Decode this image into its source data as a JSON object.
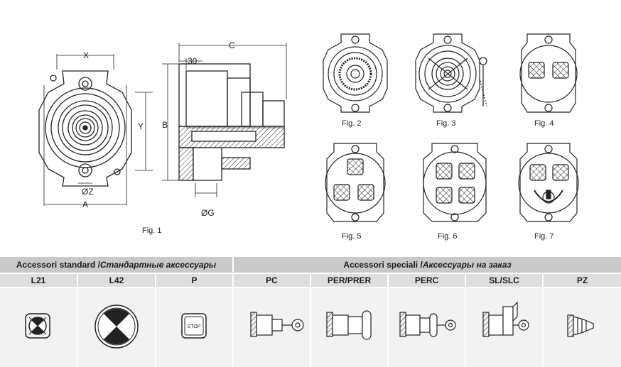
{
  "dimensions": {
    "x": "X",
    "y": "Y",
    "z": "ØZ",
    "a": "A",
    "b": "B",
    "c": "C",
    "g": "ØG",
    "thirty": "30"
  },
  "figures": [
    {
      "label": "Fig. 1"
    },
    {
      "label": "Fig. 2"
    },
    {
      "label": "Fig. 3"
    },
    {
      "label": "Fig. 4"
    },
    {
      "label": "Fig. 5"
    },
    {
      "label": "Fig. 6"
    },
    {
      "label": "Fig. 7"
    }
  ],
  "accessories": {
    "standard_title": "Accessori standard",
    "standard_title_ru": "Стандартные аксессуары",
    "special_title": "Accessori speciali",
    "special_title_ru": "Аксессуары на заказ",
    "codes": [
      "L21",
      "L42",
      "P",
      "PC",
      "PER/PRER",
      "PERC",
      "SL/SLC",
      "PZ"
    ],
    "stop_text": "STOP"
  }
}
